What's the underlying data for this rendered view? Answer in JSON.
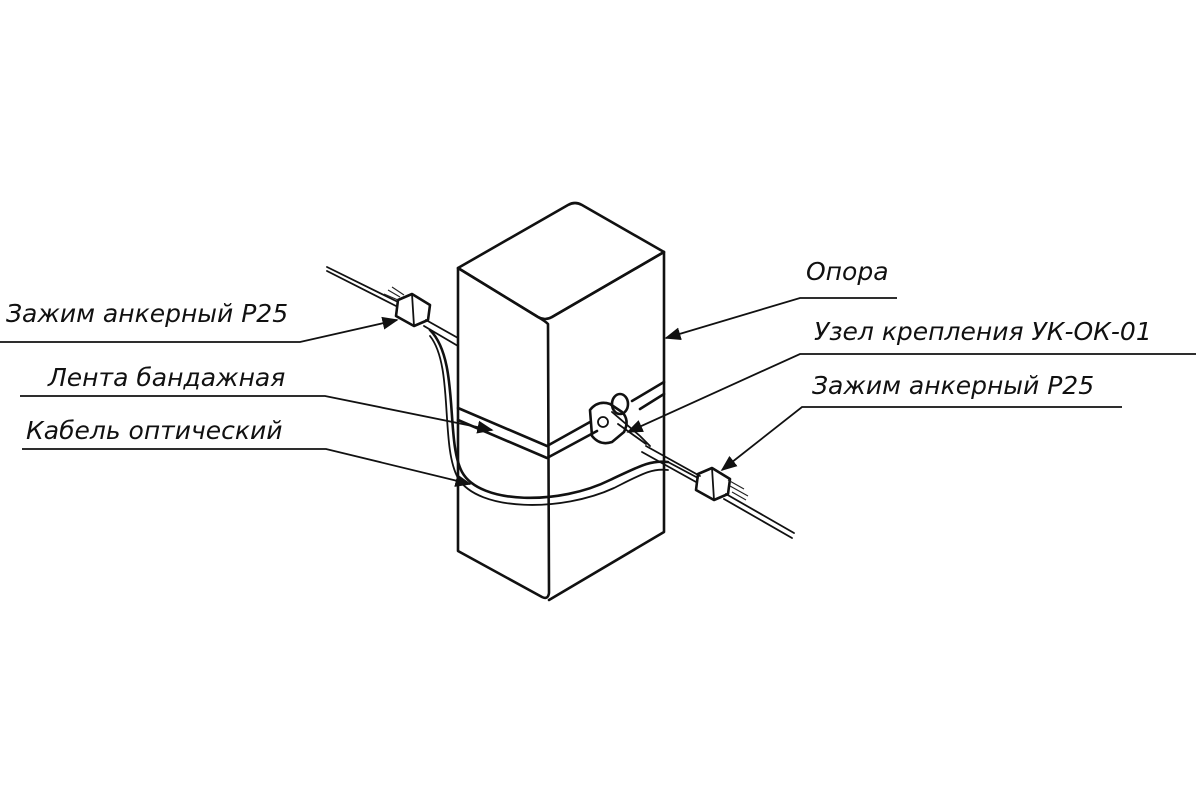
{
  "labels": {
    "anchor_clamp_left": "Зажим анкерный Р25",
    "bandage_tape": "Лента бандажная",
    "optical_cable": "Кабель оптический",
    "support": "Опора",
    "mounting_node": "Узел крепления УК-ОК-01",
    "anchor_clamp_right": "Зажим анкерный Р25"
  },
  "colors": {
    "line": "#111111",
    "background": "#ffffff"
  }
}
